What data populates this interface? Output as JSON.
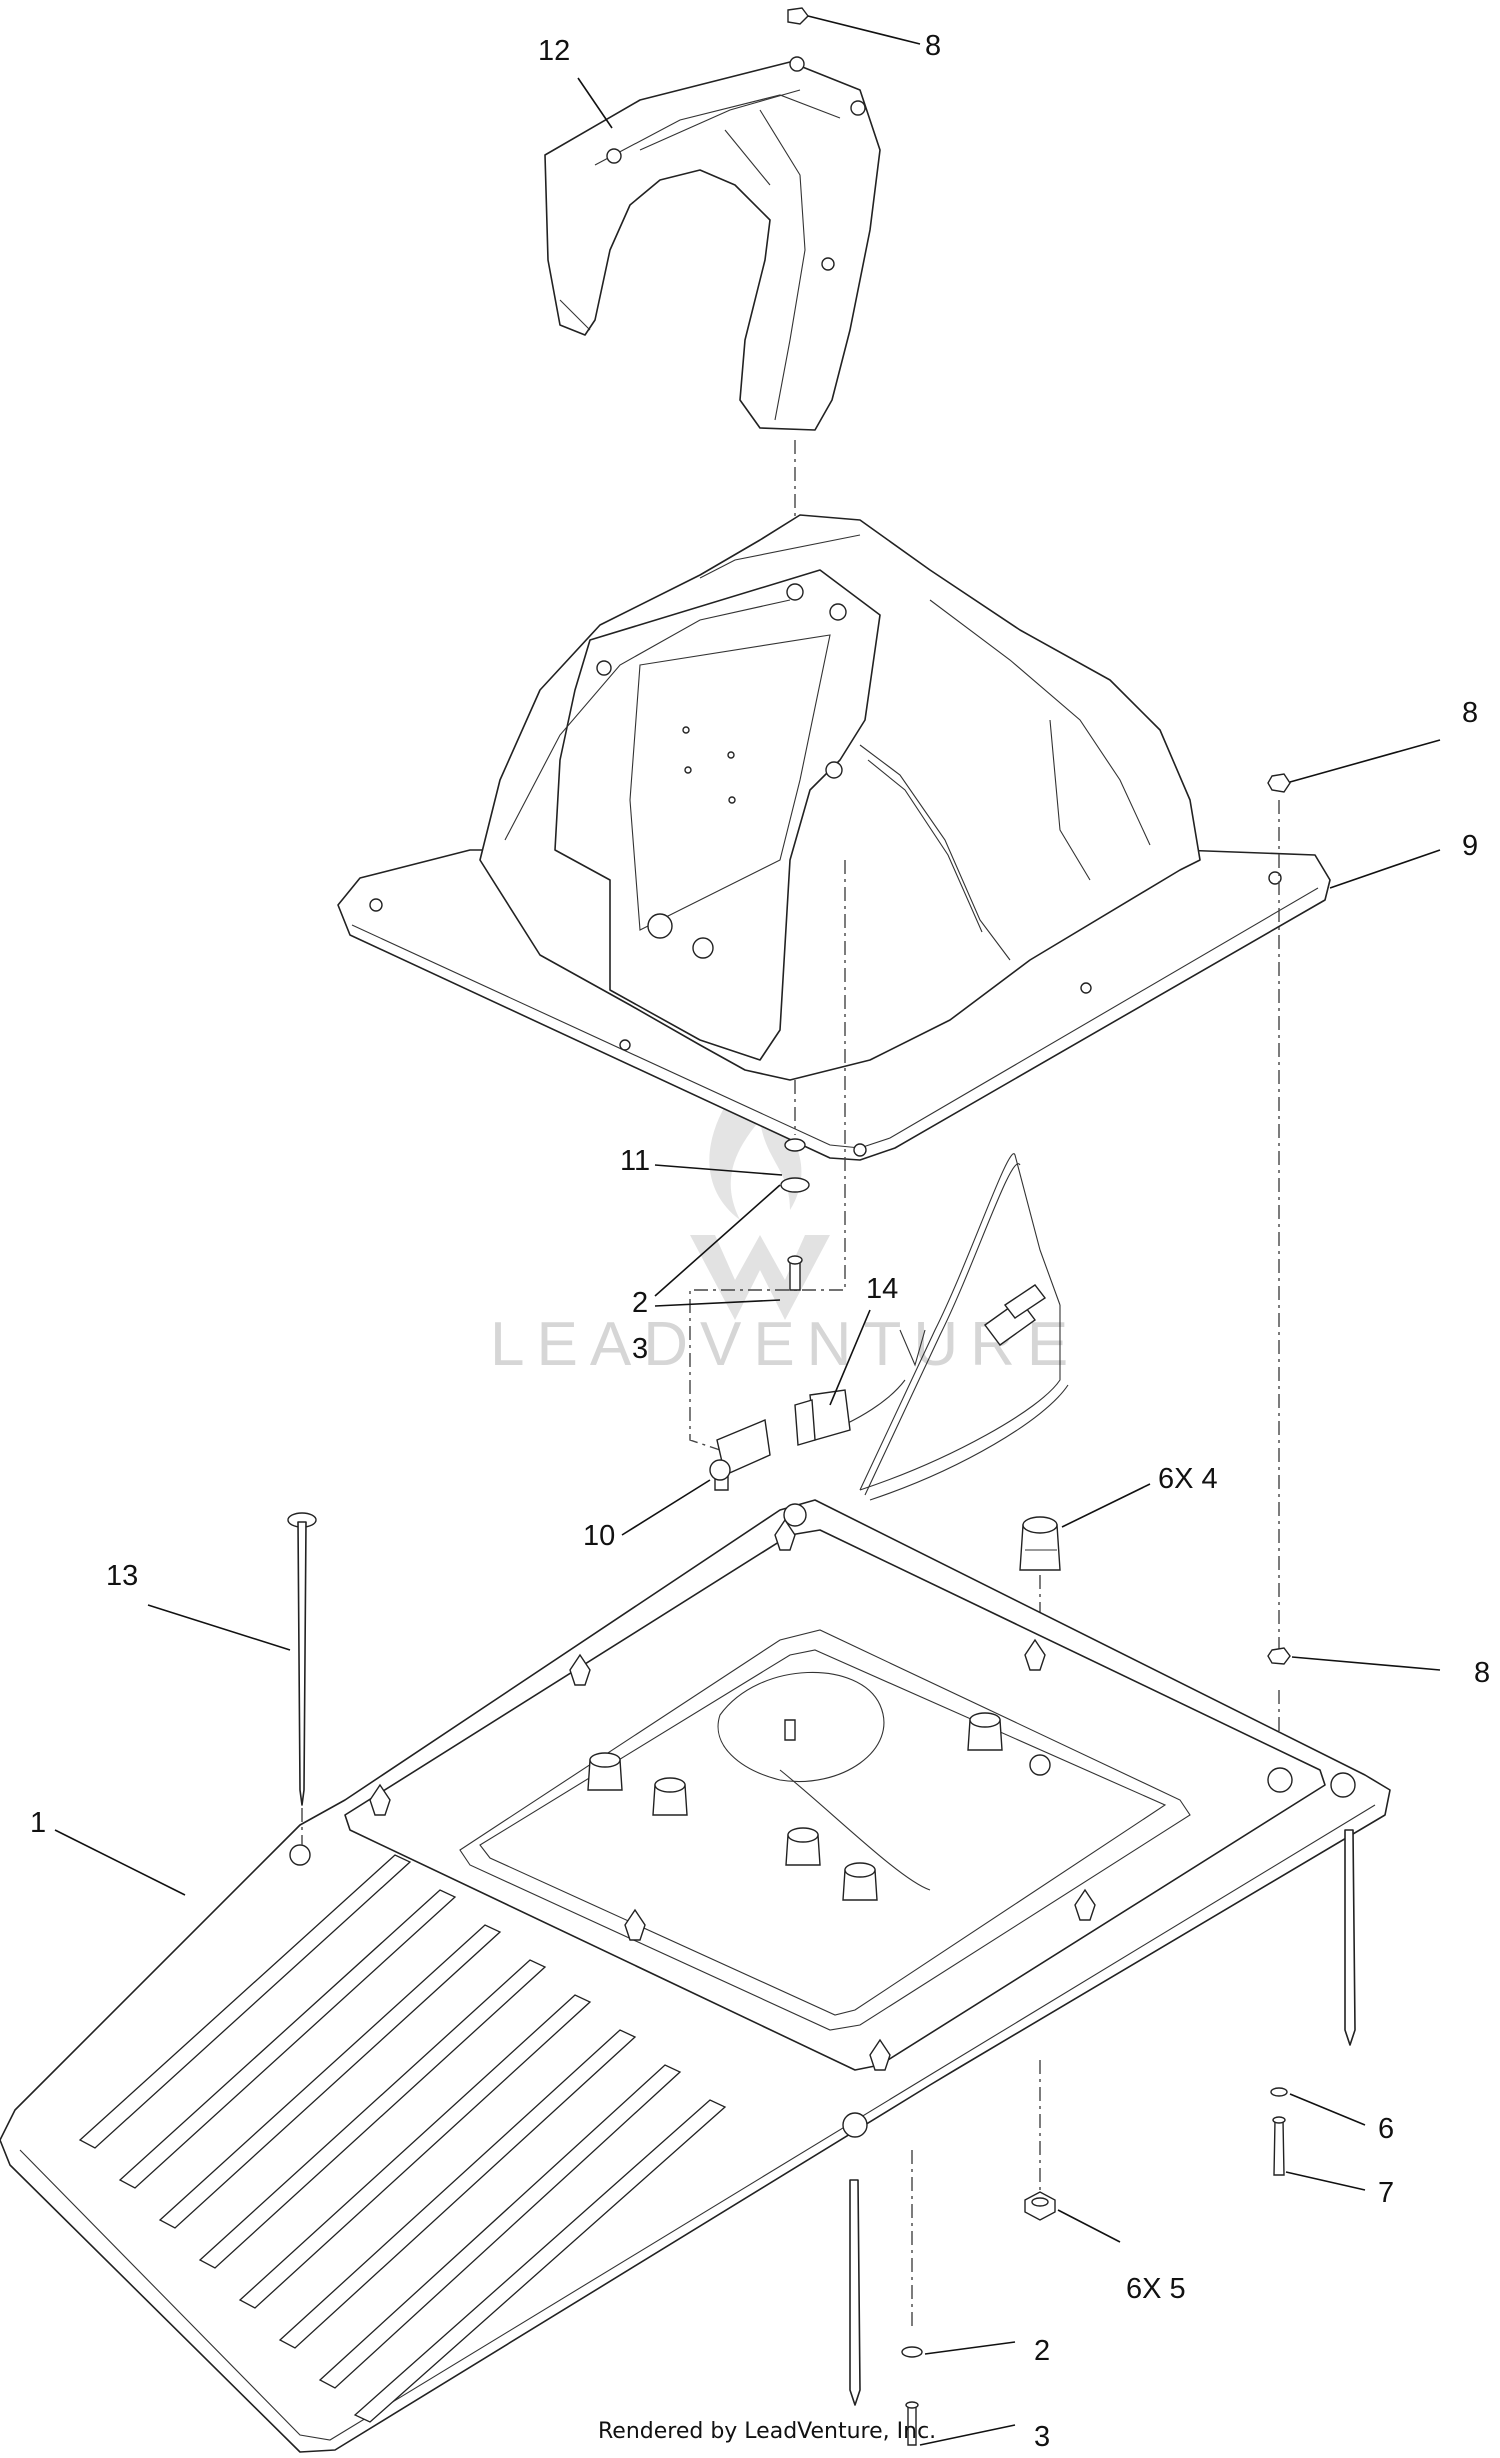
{
  "callouts": [
    {
      "id": "c12a",
      "label": "12"
    },
    {
      "id": "c8a",
      "label": "8"
    },
    {
      "id": "c8b",
      "label": "8"
    },
    {
      "id": "c9",
      "label": "9"
    },
    {
      "id": "c11",
      "label": "11"
    },
    {
      "id": "c2a",
      "label": "2"
    },
    {
      "id": "c3a",
      "label": "3"
    },
    {
      "id": "c14",
      "label": "14"
    },
    {
      "id": "c10",
      "label": "10"
    },
    {
      "id": "c6x4",
      "label": "6X 4"
    },
    {
      "id": "c13",
      "label": "13"
    },
    {
      "id": "c8c",
      "label": "8"
    },
    {
      "id": "c1",
      "label": "1"
    },
    {
      "id": "c6",
      "label": "6"
    },
    {
      "id": "c7",
      "label": "7"
    },
    {
      "id": "c6x5",
      "label": "6X 5"
    },
    {
      "id": "c2b",
      "label": "2"
    },
    {
      "id": "c3b",
      "label": "3"
    }
  ],
  "watermark": "LEADVENTURE",
  "footer": "Rendered by LeadVenture, Inc."
}
